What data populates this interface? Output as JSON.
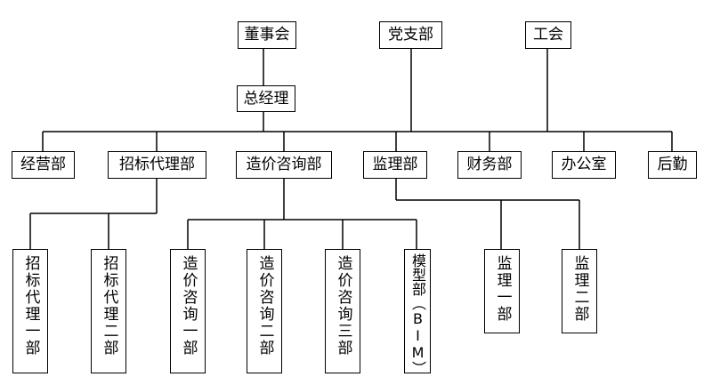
{
  "top_level": {
    "board": "董事会",
    "party_branch": "党支部",
    "union": "工会"
  },
  "management": {
    "general_manager": "总经理"
  },
  "departments": {
    "operations": "经营部",
    "bidding_agency": "招标代理部",
    "cost_consulting": "造价咨询部",
    "supervision": "监理部",
    "finance": "财务部",
    "office": "办公室",
    "logistics": "后勤"
  },
  "sub_departments": {
    "bidding_agency_1": "招标代理一部",
    "bidding_agency_2": "招标代理二部",
    "cost_consulting_1": "造价咨询一部",
    "cost_consulting_2": "造价咨询二部",
    "cost_consulting_3": "造价咨询三部",
    "model_dept": "模型部（BIM）",
    "supervision_1": "监理一部",
    "supervision_2": "监理二部"
  }
}
